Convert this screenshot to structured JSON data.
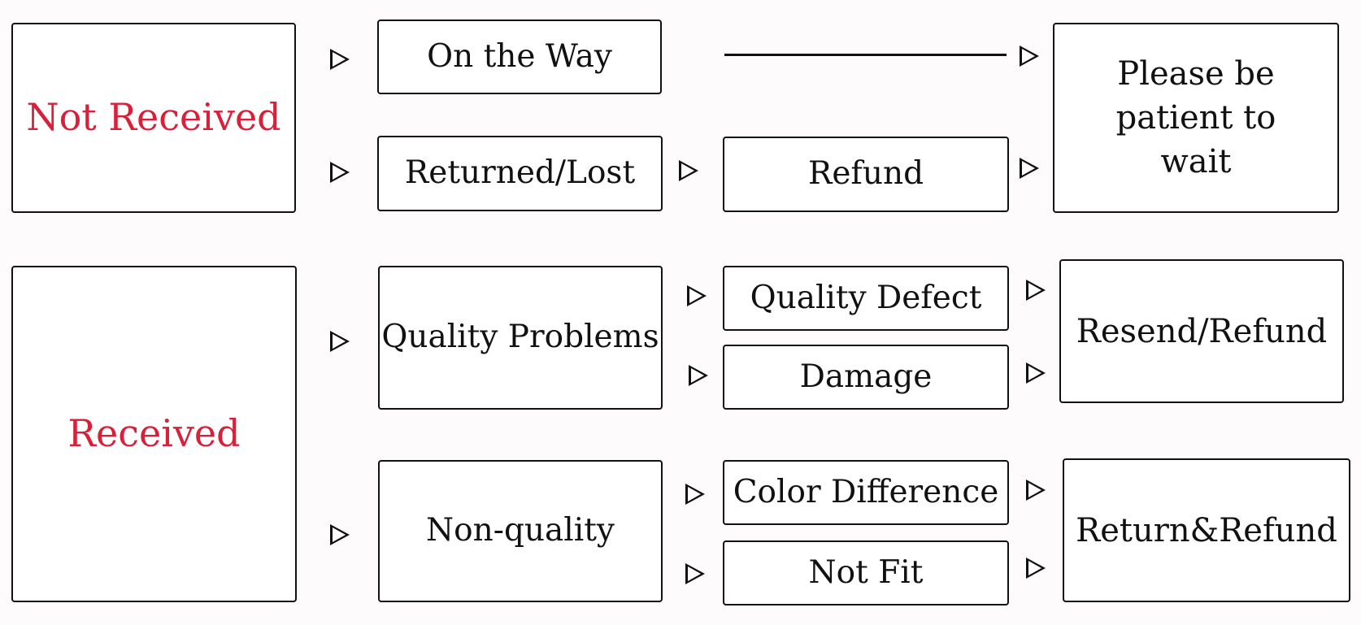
{
  "statuses": {
    "not_received": "Not Received",
    "received": "Received"
  },
  "categories": {
    "on_the_way": "On the Way",
    "returned_lost": "Returned/Lost",
    "quality_problems": "Quality Problems",
    "non_quality": "Non-quality"
  },
  "issues": {
    "refund": "Refund",
    "quality_defect": "Quality Defect",
    "damage": "Damage",
    "color_difference": "Color Difference",
    "not_fit": "Not Fit"
  },
  "results": {
    "please_wait": "Please be patient to wait",
    "resend_refund": "Resend/Refund",
    "return_refund": "Return&Refund"
  },
  "colors": {
    "status_text": "#d9203a",
    "border": "#111111",
    "background": "#fdfbfb"
  },
  "icons": {
    "arrow": "hollow-triangle-arrow-icon"
  }
}
